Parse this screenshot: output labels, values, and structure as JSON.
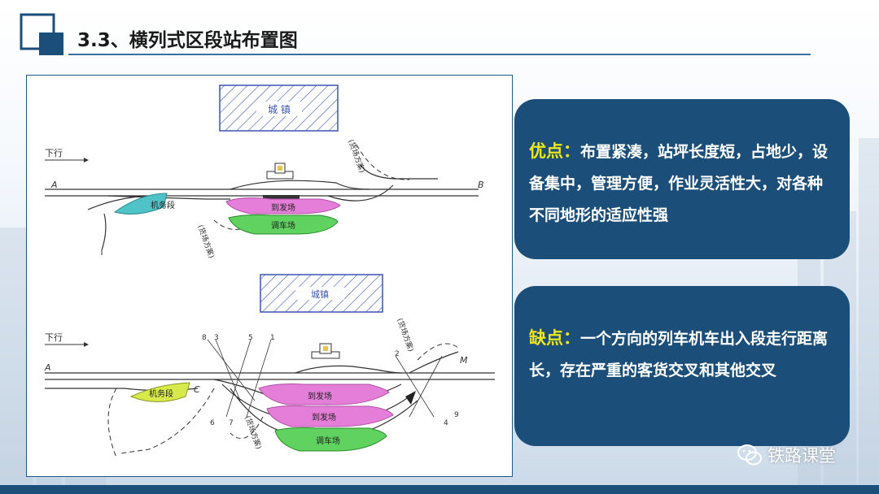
{
  "slide": {
    "title": "3.3、横列式区段站布置图"
  },
  "diagram_top": {
    "town": "城  镇",
    "direction": "下行",
    "end_a": "A",
    "end_b": "B",
    "depot": "机务段",
    "arrival_departure": "到发场",
    "marshalling": "调车场",
    "branch_right": "(货场方案)",
    "branch_bottom": "(货场方案)"
  },
  "diagram_bottom": {
    "town": "城镇",
    "direction": "下行",
    "end_a": "A",
    "end_m": "M",
    "end_c": "C",
    "depot": "机务段",
    "arrival_departure_1": "到发场",
    "arrival_departure_2": "到发场",
    "marshalling": "调车场",
    "branch_right": "(货场方案)",
    "branch_bottom": "(货场方案)",
    "switch_numbers": [
      "8",
      "3",
      "5",
      "1",
      "2",
      "4",
      "6",
      "7",
      "9"
    ]
  },
  "pros": {
    "label": "优点：",
    "text": "布置紧凑，站坪长度短，占地少，设备集中，管理方便，作业灵活性大，对各种不同地形的适应性强"
  },
  "cons": {
    "label": "缺点：",
    "text": "一个方向的列车机车出入段走行距离长，存在严重的客货交叉和其他交叉"
  },
  "watermark": {
    "text": "铁路课堂",
    "icon": "wechat-icon"
  },
  "colors": {
    "accent": "#1b4f7a",
    "highlight": "#f0e61a",
    "depot_fill": "#4fc3c8",
    "arrival_fill": "#e57ed8",
    "marshalling_fill": "#5fd25f",
    "depot_fill_bottom": "#d8e94b"
  }
}
